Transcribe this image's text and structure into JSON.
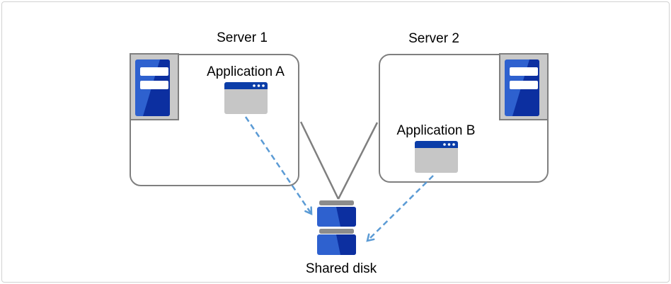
{
  "nodes": {
    "server1": {
      "label": "Server 1",
      "icon": "server-tower-icon"
    },
    "server2": {
      "label": "Server 2",
      "icon": "server-tower-icon"
    },
    "app_a": {
      "label": "Application A",
      "icon": "application-window-icon"
    },
    "app_b": {
      "label": "Application B",
      "icon": "application-window-icon"
    },
    "shared_disk": {
      "label": "Shared disk",
      "icon": "disk-stack-icon"
    }
  },
  "edges": [
    {
      "from": "server1",
      "to": "shared_disk",
      "style": "solid-gray-line"
    },
    {
      "from": "server2",
      "to": "shared_disk",
      "style": "solid-gray-line"
    },
    {
      "from": "app_a",
      "to": "shared_disk",
      "style": "dashed-blue-arrow"
    },
    {
      "from": "app_b",
      "to": "shared_disk",
      "style": "dashed-blue-arrow"
    }
  ],
  "colors": {
    "box_border": "#7f7f7f",
    "connector_gray": "#7f7f7f",
    "arrow_blue": "#5b9bd5",
    "icon_blue": "#2e61cf",
    "icon_blue_dark": "#0c2fa0",
    "titlebar_blue": "#0b3da8",
    "app_body_gray": "#c6c6c6",
    "frame_gray": "#c9c9c9",
    "disk_cap_gray": "#8c8c8c",
    "canvas_border": "#d2d2d2",
    "text": "#000000"
  }
}
